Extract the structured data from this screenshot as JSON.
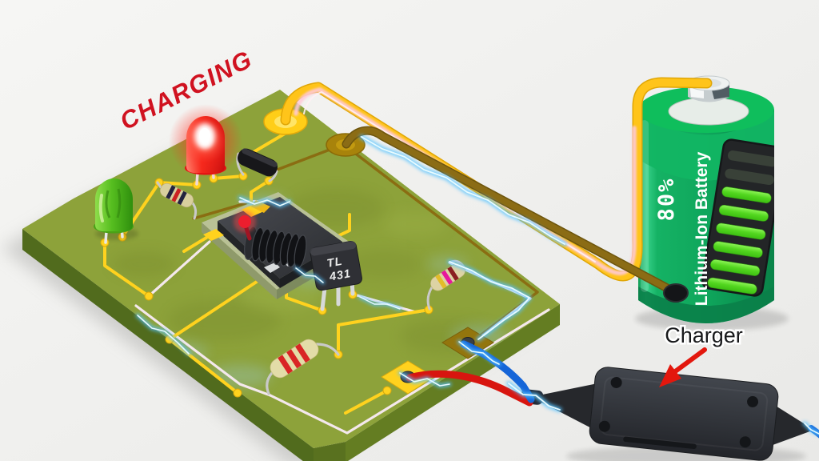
{
  "scene": {
    "status_label": "CHARGING",
    "charger_label": "Charger"
  },
  "battery": {
    "name_label": "Lithium-Ion Battery",
    "percent_label": "80%",
    "percent": 80,
    "level_bar_count": 8,
    "level_bars_lit": 6
  },
  "board": {
    "ic_label_line1": "TL",
    "ic_label_line2": "431"
  },
  "colors": {
    "status_text": "#d01220",
    "pcb_top": "#8da23a",
    "pcb_side": "#5a731f",
    "trace_yellow": "#ffd21e",
    "trace_brown": "#8a6d12",
    "battery_body": "#0fa65c",
    "battery_bars": "#52d61f",
    "wire_yellow": "#ffc41a",
    "wire_brown": "#8b6c15",
    "wire_red": "#d8150f",
    "wire_blue": "#1565d8",
    "charger_body": "#2e3138",
    "spark_blue": "#56c3ff",
    "background": "#f2f2f0"
  }
}
